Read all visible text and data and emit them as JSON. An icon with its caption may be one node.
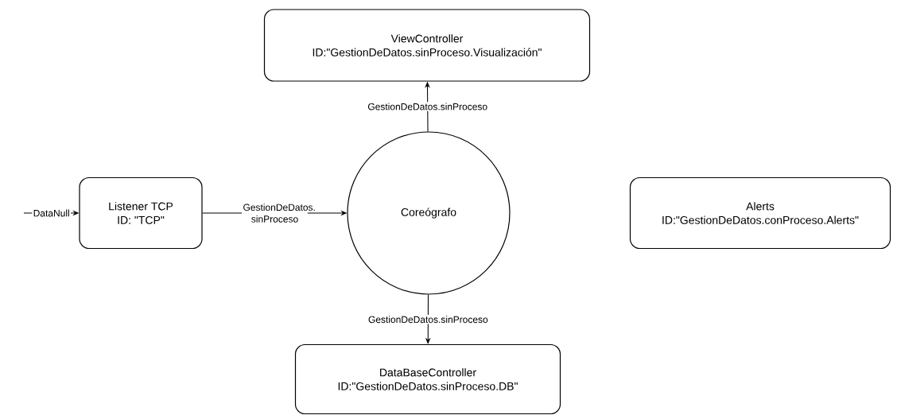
{
  "diagram": {
    "nodes": [
      {
        "text": [
          "ViewController",
          "ID:\"GestionDeDatos.sinProceso.Visualización\""
        ]
      },
      {
        "text": [
          "Listener TCP",
          "ID: \"TCP\""
        ]
      },
      {
        "text": [
          "Coreógrafo"
        ]
      },
      {
        "text": [
          "Alerts",
          "ID:\"GestionDeDatos.conProceso.Alerts\""
        ]
      },
      {
        "text": [
          "DataBaseController",
          "ID:\"GestionDeDatos.sinProceso.DB\""
        ]
      }
    ],
    "edges": [
      {
        "from": null,
        "to": 1,
        "arrow": "to",
        "label": "DataNull"
      },
      {
        "from": 1,
        "to": 2,
        "arrow": "to",
        "label": "GestionDeDatos. sinProceso"
      },
      {
        "from": 2,
        "to": 0,
        "arrow": "to",
        "label": "GestionDeDatos.sinProceso"
      },
      {
        "from": 2,
        "to": 4,
        "arrow": "to",
        "label": "GestionDeDatos.sinProceso"
      }
    ]
  }
}
